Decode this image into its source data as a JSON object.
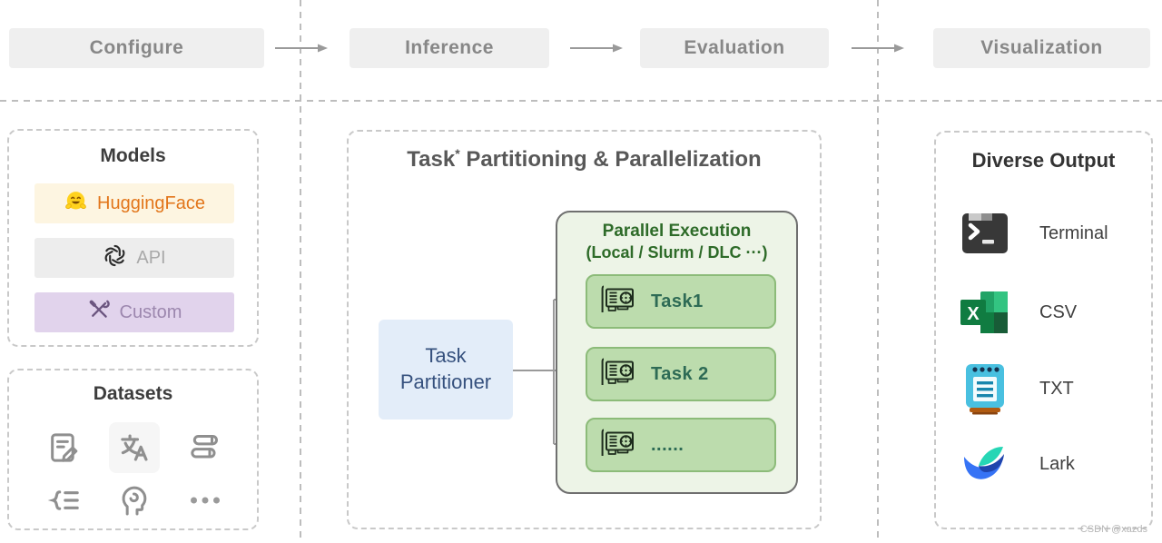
{
  "pipeline": {
    "stages": [
      "Configure",
      "Inference",
      "Evaluation",
      "Visualization"
    ]
  },
  "models": {
    "title": "Models",
    "items": [
      {
        "label": "HuggingFace",
        "icon": "huggingface-icon",
        "bg": "#fdf5e1",
        "color": "#e2761b"
      },
      {
        "label": "API",
        "icon": "openai-icon",
        "bg": "#ededed",
        "color": "#a9a9a9"
      },
      {
        "label": "Custom",
        "icon": "tools-icon",
        "bg": "#e1d3ec",
        "color": "#9c87ae"
      }
    ]
  },
  "datasets": {
    "title": "Datasets",
    "icons": [
      "document-edit-icon",
      "translate-icon",
      "books-icon",
      "list-brace-icon",
      "knowledge-head-icon",
      "ellipsis-icon"
    ]
  },
  "partitioning": {
    "title": {
      "prefix": "Task",
      "sup": "*",
      "rest": " Partitioning & Parallelization"
    },
    "partitioner": {
      "line1": "Task",
      "line2": "Partitioner"
    },
    "parallel": {
      "title": "Parallel Execution",
      "subtitle": "(Local / Slurm / DLC ···)",
      "tasks": [
        "Task1",
        "Task 2",
        "......"
      ]
    }
  },
  "output": {
    "title": "Diverse Output",
    "items": [
      {
        "label": "Terminal",
        "icon": "terminal-icon"
      },
      {
        "label": "CSV",
        "icon": "excel-icon"
      },
      {
        "label": "TXT",
        "icon": "notepad-icon"
      },
      {
        "label": "Lark",
        "icon": "lark-icon"
      }
    ]
  },
  "watermark": "CSDN @xazds",
  "colors": {
    "stage_bg": "#efefef",
    "stage_text": "#878787",
    "huggingface_orange": "#e2761b",
    "custom_purple": "#e1d3ec",
    "partitioner_blue_bg": "#e3edf9",
    "partitioner_text": "#36517e",
    "parallel_bg": "#edf4e7",
    "parallel_text_green": "#2e6b29",
    "task_bg": "#bcdcad",
    "task_border": "#8cbb79",
    "task_text": "#2e6b55",
    "excel_green": "#107c41",
    "lark_blue": "#3673f5",
    "lark_teal": "#26d6b5"
  }
}
